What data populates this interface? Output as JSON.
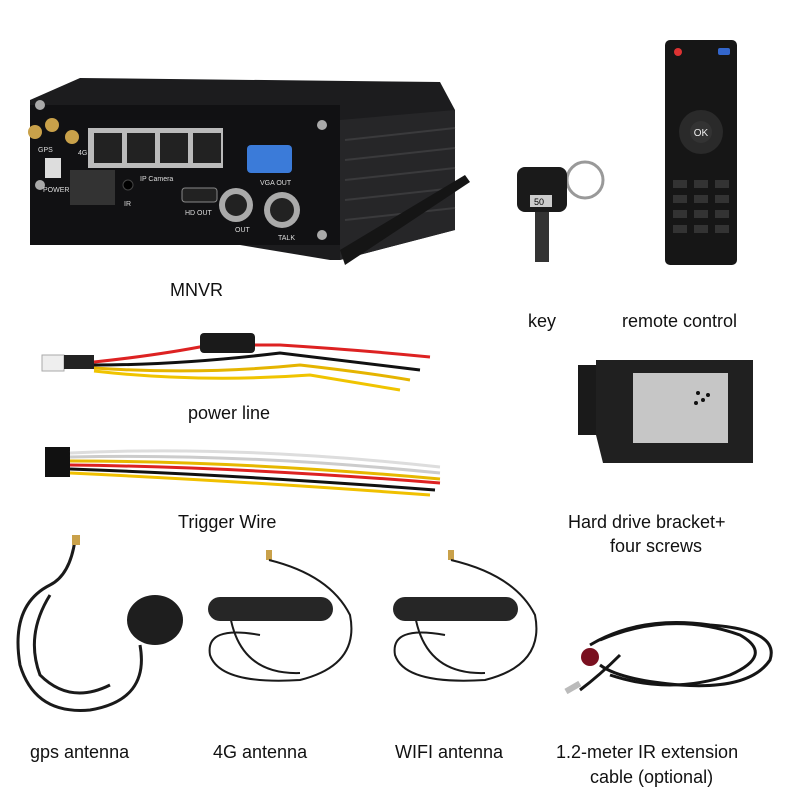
{
  "items": {
    "mnvr": {
      "label": "MNVR",
      "ports": {
        "gps": "GPS",
        "g4": "4G",
        "power": "POWER",
        "ir": "IR",
        "ip_camera": "IP Camera",
        "vga": "VGA  OUT",
        "hd": "HD OUT",
        "out": "OUT",
        "talk": "TALK"
      }
    },
    "key": {
      "label": "key",
      "tag": "50"
    },
    "remote": {
      "label": "remote control",
      "ok": "OK"
    },
    "power_line": {
      "label": "power line"
    },
    "bracket": {
      "label_line1": "Hard drive bracket+",
      "label_line2": "four screws"
    },
    "trigger_wire": {
      "label": "Trigger Wire"
    },
    "gps_antenna": {
      "label": "gps antenna"
    },
    "g4_antenna": {
      "label": "4G antenna"
    },
    "wifi_antenna": {
      "label": "WIFI antenna"
    },
    "ir_cable": {
      "label_line1": "1.2-meter IR extension",
      "label_line2": "cable (optional)"
    }
  }
}
